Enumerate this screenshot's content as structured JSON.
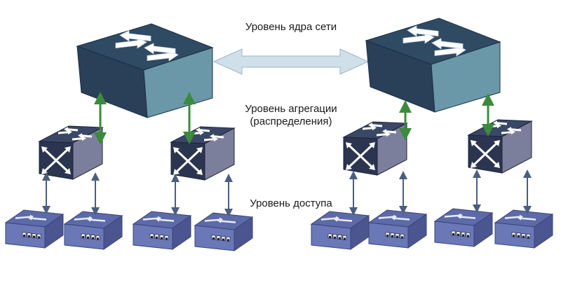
{
  "labels": {
    "core_level": "Уровень ядра сети",
    "aggregation_level": "Уровень агрегации",
    "aggregation_level_sub": "(распределения)",
    "access_level": "Уровень доступа"
  },
  "colors": {
    "core_top": "#2f4a63",
    "core_front": "#2a3f58",
    "core_side": "#6b98a8",
    "agg_top": "#3a4766",
    "agg_front": "#2b3550",
    "agg_side": "#7c7f9c",
    "access_top": "#5d6aa8",
    "access_front": "#6a78b8",
    "access_side": "#4b5690",
    "uplink_arrow": "#3d8a3d",
    "access_arrow": "#4a5f80",
    "core_link": "#cfe0ea"
  },
  "diagram": {
    "core_switches": [
      {
        "name": "core-switch-left"
      },
      {
        "name": "core-switch-right"
      }
    ],
    "aggregation_switches": [
      {
        "name": "aggregation-switch-1"
      },
      {
        "name": "aggregation-switch-2"
      },
      {
        "name": "aggregation-switch-3"
      },
      {
        "name": "aggregation-switch-4"
      }
    ],
    "access_switches_count": 8
  }
}
